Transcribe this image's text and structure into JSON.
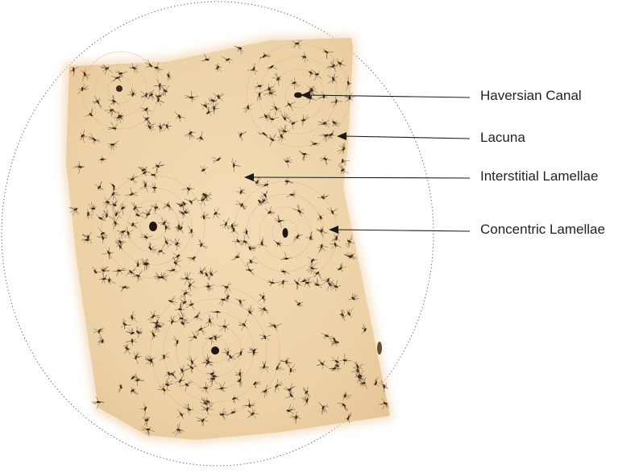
{
  "labels": {
    "haversian_canal": "Haversian Canal",
    "lacuna": "Lacuna",
    "interstitial_lamellae": "Interstitial Lamellae",
    "concentric_lamellae": "Concentric Lamellae"
  },
  "colors": {
    "tissue": "#e8c99a",
    "tissue_light": "#f1d9b1",
    "lacuna_ink": "#3a2a1c",
    "canal": "#1f1712",
    "leader_line": "#1a1a1a",
    "circle_border": "#555555"
  }
}
